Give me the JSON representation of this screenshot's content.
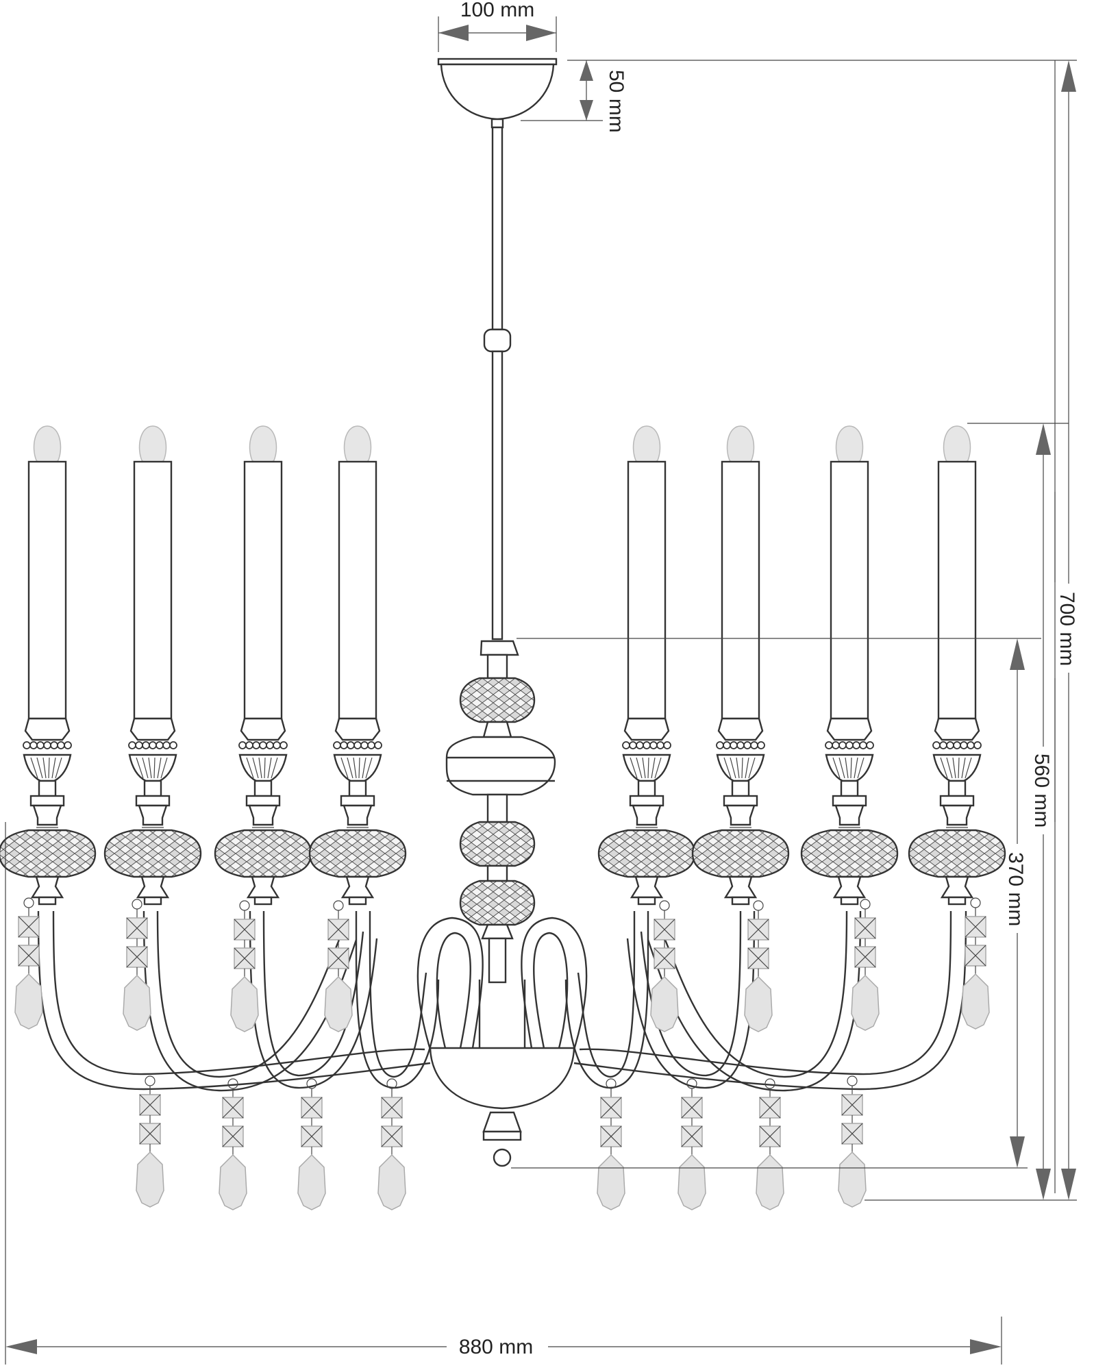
{
  "dimensions": {
    "canopy_width": "100 mm",
    "canopy_height": "50 mm",
    "total_height": "700 mm",
    "body_height": "560 mm",
    "lower_height": "370 mm",
    "total_width": "880 mm"
  },
  "colors": {
    "line": "#333333",
    "dimension_line": "#888888",
    "arrow": "#666666",
    "crystal_fill": "#e3e3e3"
  },
  "icons": {
    "arrow": "dimension-arrow-icon",
    "bulb": "candle-bulb-icon",
    "crystal": "crystal-pendant-icon"
  }
}
